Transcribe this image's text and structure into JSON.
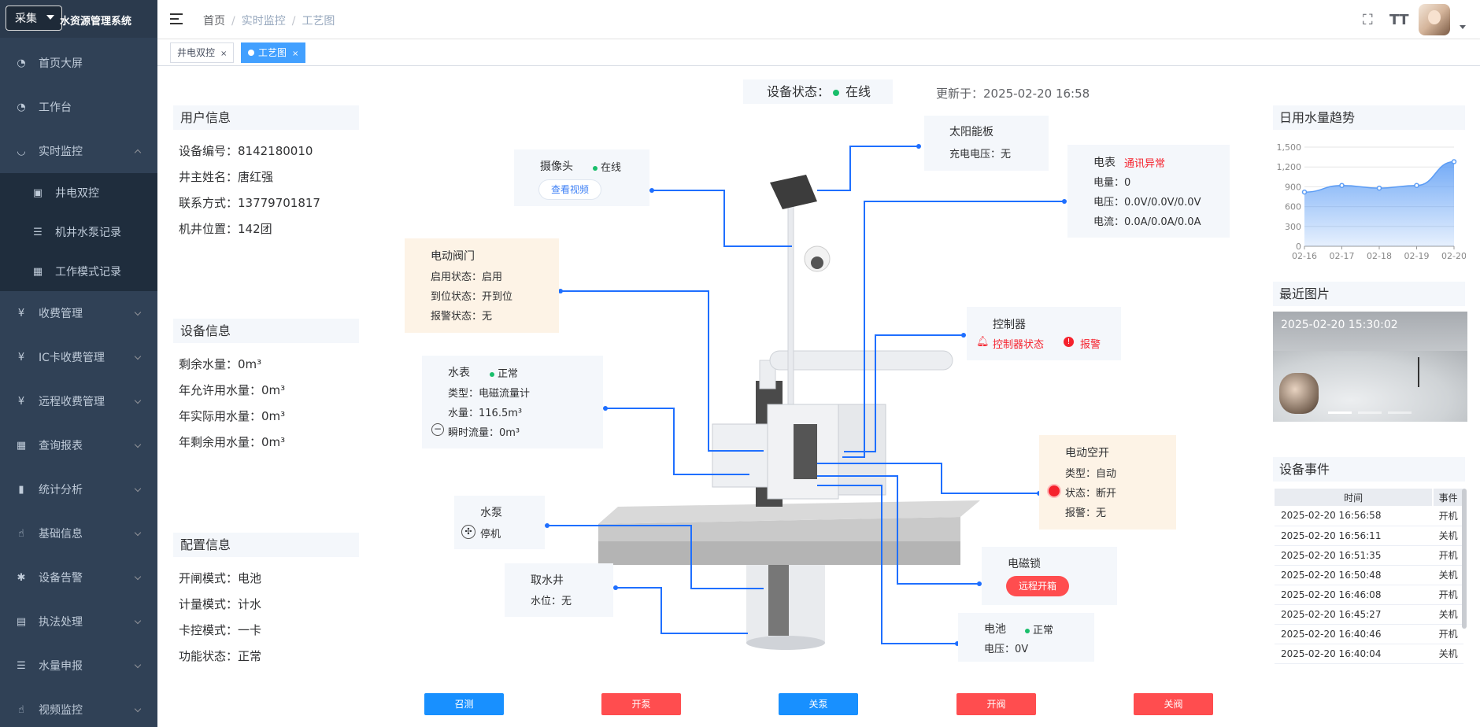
{
  "sidebar": {
    "app_title": "水资源管理系统",
    "collect_label": "采集",
    "items": [
      {
        "label": "首页大屏",
        "icon": "dashboard-icon"
      },
      {
        "label": "工作台",
        "icon": "dashboard-icon"
      },
      {
        "label": "实时监控",
        "icon": "monitor-icon",
        "expanded": true
      },
      {
        "label": "收费管理",
        "icon": "yen-icon"
      },
      {
        "label": "IC卡收费管理",
        "icon": "yen-icon"
      },
      {
        "label": "远程收费管理",
        "icon": "yen-icon"
      },
      {
        "label": "查询报表",
        "icon": "table-icon"
      },
      {
        "label": "统计分析",
        "icon": "bar-chart-icon"
      },
      {
        "label": "基础信息",
        "icon": "hand-icon"
      },
      {
        "label": "设备告警",
        "icon": "bug-icon"
      },
      {
        "label": "执法处理",
        "icon": "clipboard-icon"
      },
      {
        "label": "水量申报",
        "icon": "list-icon"
      },
      {
        "label": "视频监控",
        "icon": "hand-icon"
      }
    ],
    "submenu": [
      {
        "label": "井电双控",
        "icon": "chip-icon"
      },
      {
        "label": "机井水泵记录",
        "icon": "list-icon"
      },
      {
        "label": "工作模式记录",
        "icon": "table-icon"
      }
    ]
  },
  "topbar": {
    "breadcrumb": [
      "首页",
      "实时监控",
      "工艺图"
    ]
  },
  "tabs": [
    {
      "label": "井电双控",
      "active": false
    },
    {
      "label": "工艺图",
      "active": true
    }
  ],
  "user_info": {
    "title": "用户信息",
    "device_no": "设备编号：8142180010",
    "owner": "井主姓名：唐红强",
    "contact": "联系方式：13779701817",
    "location": "机井位置：142团"
  },
  "device_info": {
    "title": "设备信息",
    "remaining": "剩余水量：0m³",
    "annual_allowed": "年允许用水量：0m³",
    "annual_actual": "年实际用水量：0m³",
    "annual_remaining": "年剩余用水量：0m³"
  },
  "config_info": {
    "title": "配置信息",
    "gate_mode": "开闸模式：电池",
    "meter_mode": "计量模式：计水",
    "card_mode": "卡控模式：一卡",
    "func_status": "功能状态：正常"
  },
  "status": {
    "label": "设备状态：",
    "value": "在线",
    "updated": "更新于：2025-02-20 16:58"
  },
  "components": {
    "solar": {
      "title": "太阳能板",
      "voltage": "充电电压：无"
    },
    "camera": {
      "title": "摄像头",
      "status": "在线",
      "button": "查看视频"
    },
    "meter": {
      "title": "电表",
      "status": "通讯异常",
      "energy": "电量：0",
      "voltage": "电压：0.0V/0.0V/0.0V",
      "current": "电流：0.0A/0.0A/0.0A"
    },
    "valve": {
      "title": "电动阀门",
      "enable": "启用状态：启用",
      "position": "到位状态：开到位",
      "alarm": "报警状态：无"
    },
    "controller": {
      "title": "控制器",
      "state": "控制器状态",
      "alarm": "报警"
    },
    "watermeter": {
      "title": "水表",
      "status": "正常",
      "type": "类型：电磁流量计",
      "volume": "水量：116.5m³",
      "flow": "瞬时流量：0m³"
    },
    "breaker": {
      "title": "电动空开",
      "type": "类型：自动",
      "state": "状态：断开",
      "alarm": "报警：无"
    },
    "pump": {
      "title": "水泵",
      "state": "停机"
    },
    "well": {
      "title": "取水井",
      "level": "水位：无"
    },
    "lock": {
      "title": "电磁锁",
      "button": "远程开箱"
    },
    "battery": {
      "title": "电池",
      "status": "正常",
      "voltage": "电压：0V"
    }
  },
  "actions": [
    "召测",
    "开泵",
    "关泵",
    "开阀",
    "关阀"
  ],
  "trend": {
    "title": "日用水量趋势"
  },
  "chart_data": {
    "type": "area",
    "categories": [
      "02-16",
      "02-17",
      "02-18",
      "02-19",
      "02-20"
    ],
    "x": [
      0,
      1,
      2,
      3,
      4
    ],
    "values": [
      820,
      920,
      880,
      920,
      1280
    ],
    "yticks": [
      "0",
      "300",
      "600",
      "900",
      "1,200",
      "1,500"
    ],
    "ylim": [
      0,
      1500
    ],
    "grid": true,
    "color": "#5b9cf5"
  },
  "photo": {
    "title": "最近图片",
    "timestamp": "2025-02-20 15:30:02"
  },
  "events": {
    "title": "设备事件",
    "headers": [
      "时间",
      "事件"
    ],
    "rows": [
      [
        "2025-02-20 16:56:58",
        "开机"
      ],
      [
        "2025-02-20 16:56:11",
        "关机"
      ],
      [
        "2025-02-20 16:51:35",
        "开机"
      ],
      [
        "2025-02-20 16:50:48",
        "关机"
      ],
      [
        "2025-02-20 16:46:08",
        "开机"
      ],
      [
        "2025-02-20 16:45:27",
        "关机"
      ],
      [
        "2025-02-20 16:40:46",
        "开机"
      ],
      [
        "2025-02-20 16:40:04",
        "关机"
      ]
    ]
  },
  "colors": {
    "sidebar_bg": "#304156",
    "accent": "#1890ff",
    "danger": "#ff4d4f",
    "ok": "#19be6b"
  }
}
